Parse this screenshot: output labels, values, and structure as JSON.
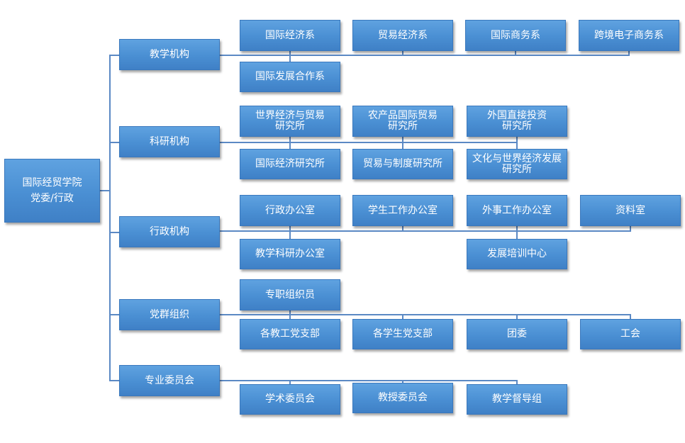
{
  "root": {
    "label": "国际经贸学院\n党委/行政"
  },
  "categories": [
    {
      "label": "教学机构",
      "items": [
        "国际经济系",
        "贸易经济系",
        "国际商务系",
        "跨境电子商务系",
        "国际发展合作系"
      ]
    },
    {
      "label": "科研机构",
      "items": [
        "世界经济与贸易\n研究所",
        "农产品国际贸易\n研究所",
        "外国直接投资\n研究所",
        "国际经济研究所",
        "贸易与制度研究所",
        "文化与世界经济发展\n研究所"
      ]
    },
    {
      "label": "行政机构",
      "items": [
        "行政办公室",
        "学生工作办公室",
        "外事工作办公室",
        "资料室",
        "教学科研办公室",
        "发展培训中心"
      ]
    },
    {
      "label": "党群组织",
      "items": [
        "专职组织员",
        "各教工党支部",
        "各学生党支部",
        "团委",
        "工会"
      ]
    },
    {
      "label": "专业委员会",
      "items": [
        "学术委员会",
        "教授委员会",
        "教学督导组"
      ]
    }
  ],
  "colors": {
    "box": "#4a8fd3",
    "line": "#5b89c4",
    "text": "#ffffff"
  }
}
